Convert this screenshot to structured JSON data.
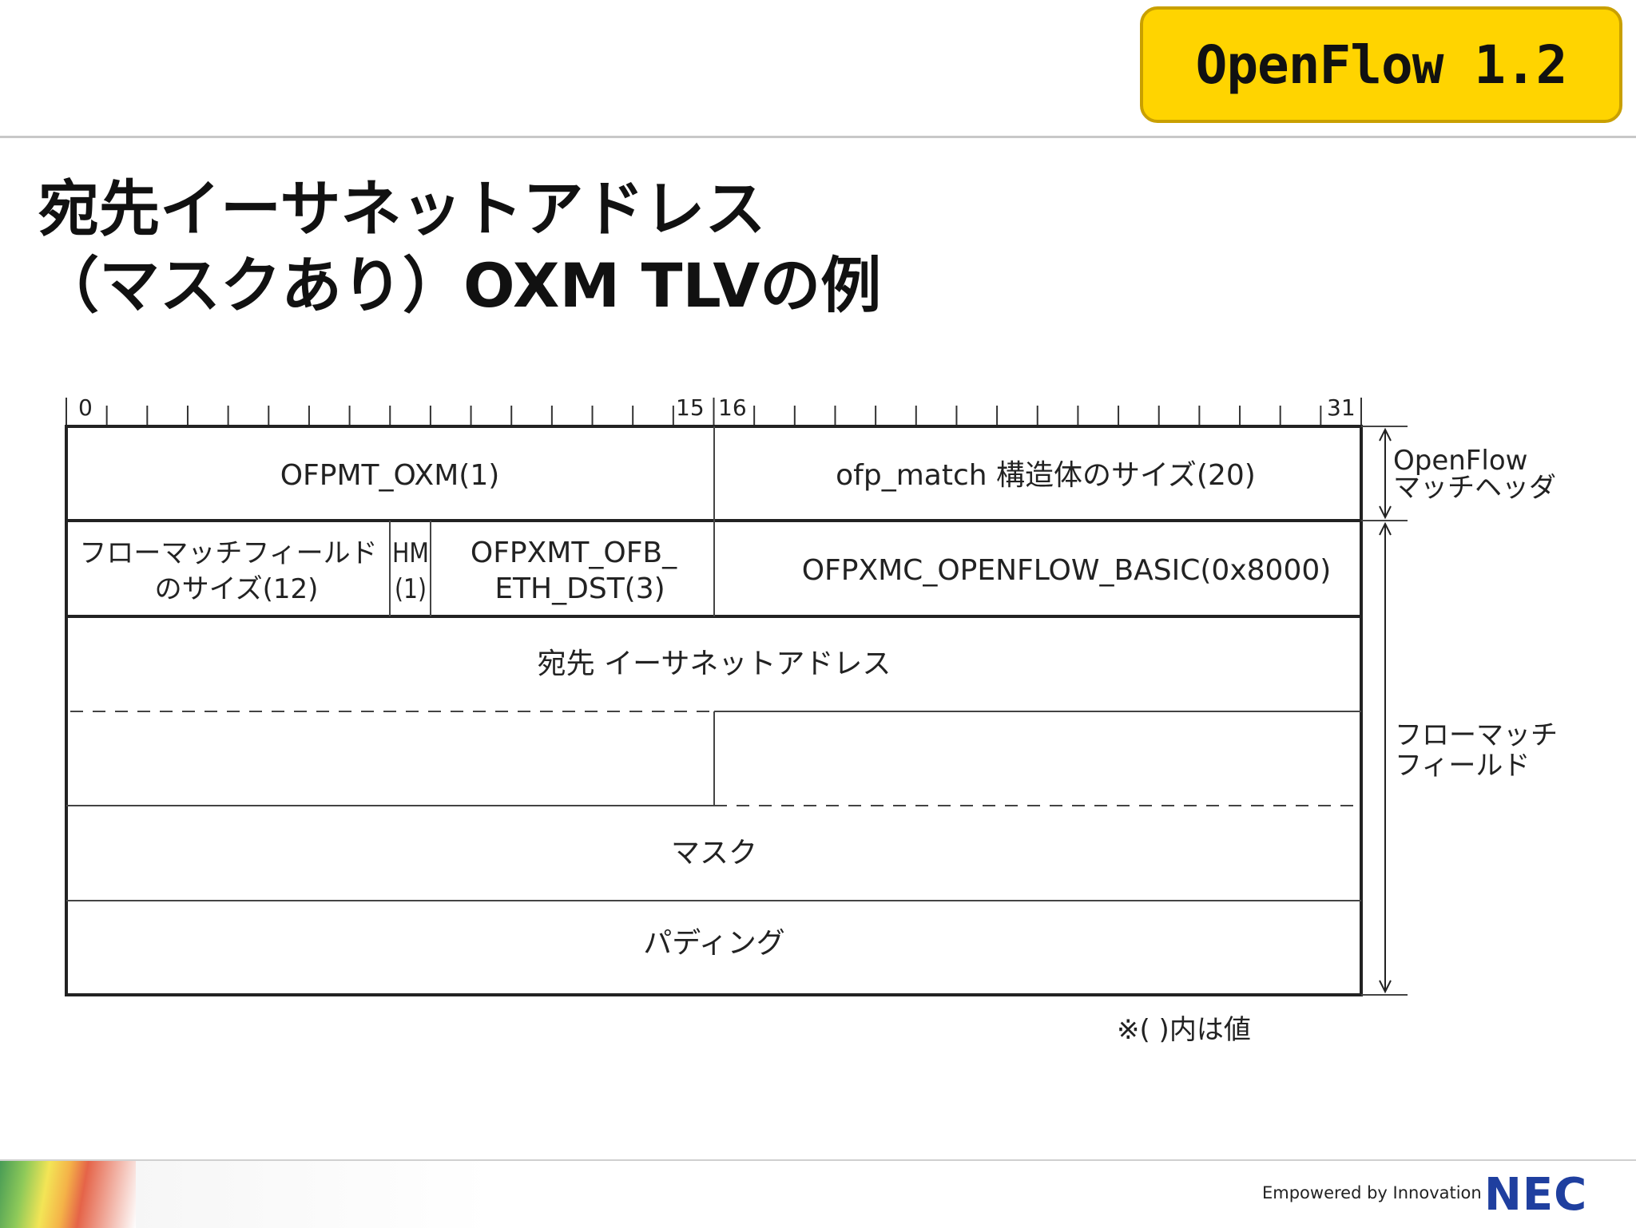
{
  "badge": {
    "label": "OpenFlow 1.2"
  },
  "title": {
    "line1": "宛先イーサネットアドレス",
    "line2": "（マスクあり）OXM TLVの例"
  },
  "ruler": {
    "labels": [
      "0",
      "15",
      "16",
      "31"
    ]
  },
  "fields": {
    "oxm_class": "OFPMT_OXM(1)",
    "match_length": "ofp_match 構造体のサイズ(20)",
    "flow_match_size_line1": "フローマッチフィールド",
    "flow_match_size_line2": "のサイズ(12)",
    "hm_line1": "HM",
    "hm_line2": "(1)",
    "oxm_field_line1": "OFPXMT_OFB_",
    "oxm_field_line2": "ETH_DST(3)",
    "oxm_basic": "OFPXMC_OPENFLOW_BASIC(0x8000)",
    "eth_dst": "宛先 イーサネットアドレス",
    "mask": "マスク",
    "padding": "パディング"
  },
  "side_labels": {
    "header_line1": "OpenFlow",
    "header_line2": "マッチヘッダ",
    "field_line1": "フローマッチ",
    "field_line2": "フィールド"
  },
  "note": "※( )内は値",
  "footer": {
    "tagline": "Empowered by Innovation",
    "logo": "NEC"
  }
}
